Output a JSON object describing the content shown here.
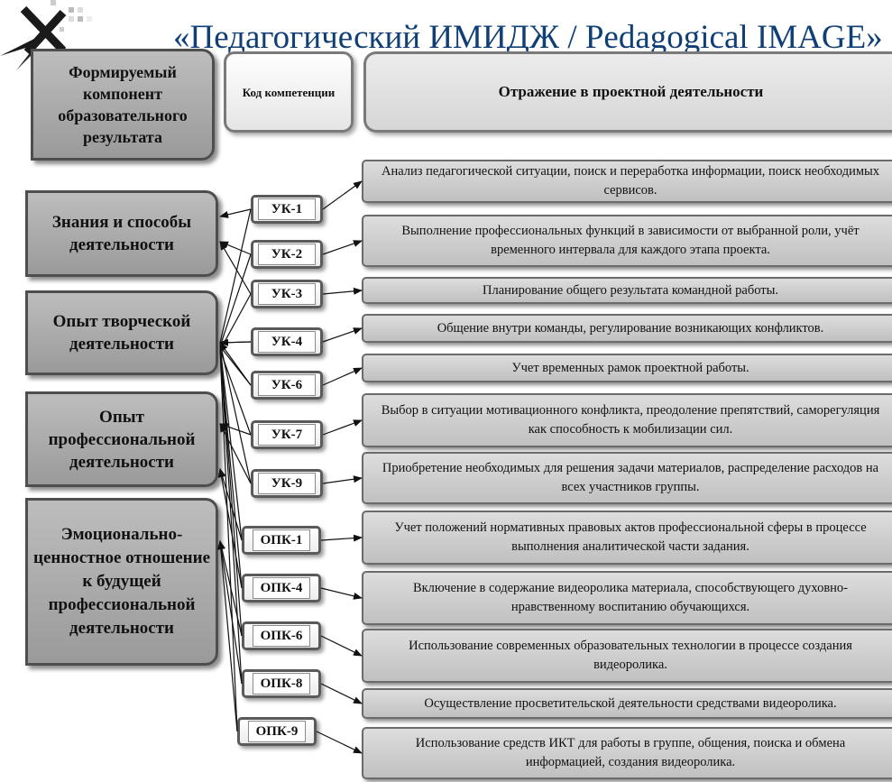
{
  "header": {
    "title": "«Педагогический ИМИДЖ / Pedagogical IMAGE»"
  },
  "columns": {
    "component": "Формируемый компонент образовательного результата",
    "code": "Код компетенции",
    "reflection": "Отражение в проектной деятельности"
  },
  "components": [
    "Знания и способы деятельности",
    "Опыт творческой деятельности",
    "Опыт профессиональной деятельности",
    "Эмоционально-ценностное отношение к будущей профессиональной деятельности"
  ],
  "competencies": [
    "УК-1",
    "УК-2",
    "УК-3",
    "УК-4",
    "УК-6",
    "УК-7",
    "УК-9",
    "ОПК-1",
    "ОПК-4",
    "ОПК-6",
    "ОПК-8",
    "ОПК-9"
  ],
  "reflections": [
    "Анализ педагогической ситуации, поиск и переработка информации, поиск необходимых сервисов.",
    "Выполнение профессиональных функций в зависимости от выбранной роли, учёт временного интервала для каждого этапа проекта.",
    "Планирование общего результата командной работы.",
    "Общение внутри команды, регулирование возникающих конфликтов.",
    "Учет временных рамок проектной работы.",
    "Выбор в ситуации мотивационного конфликта, преодоление препятствий, саморегуляция как способность к мобилизации сил.",
    "Приобретение необходимых для решения задачи материалов, распределение расходов на всех участников группы.",
    "Учет положений нормативных правовых актов профессиональной сферы в процессе выполнения аналитической части задания.",
    "Включение в содержание видеоролика материала, способствующего духовно-нравственному воспитанию обучающихся.",
    "Использование современных образовательных технологии в процессе создания видеоролика.",
    "Осуществление просветительской деятельности средствами видеоролика.",
    "Использование средств ИКТ для работы в группе, общения, поиска и обмена информацией, создания видеоролика."
  ],
  "icons": {
    "logo": "institution-logo-icon"
  },
  "colors": {
    "title": "#0f3f76",
    "box_gray": "#a8a8a8",
    "box_border": "#4e4e4e"
  }
}
